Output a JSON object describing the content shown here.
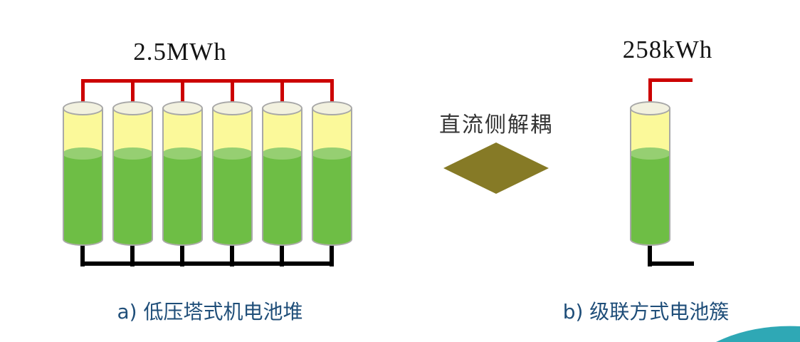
{
  "left_diagram": {
    "capacity_label": "2.5MWh",
    "caption": "a)  低压塔式机电池堆",
    "battery_count": 6
  },
  "decoupling": {
    "label": "直流侧解耦"
  },
  "right_diagram": {
    "capacity_label": "258kWh",
    "caption": "b)  级联方式电池簇",
    "battery_count": 1
  },
  "colors": {
    "positive_bus": "#cc0000",
    "negative_bus": "#000000",
    "battery_yellow": "#fbf99a",
    "battery_green": "#6ebe45",
    "battery_green_surface": "#96cf72",
    "battery_outline": "#a8a8a8",
    "battery_cap": "#f2f1df",
    "caption_text": "#1f4e79",
    "diamond": "#867a26",
    "swoosh": "#2fa8b5"
  }
}
